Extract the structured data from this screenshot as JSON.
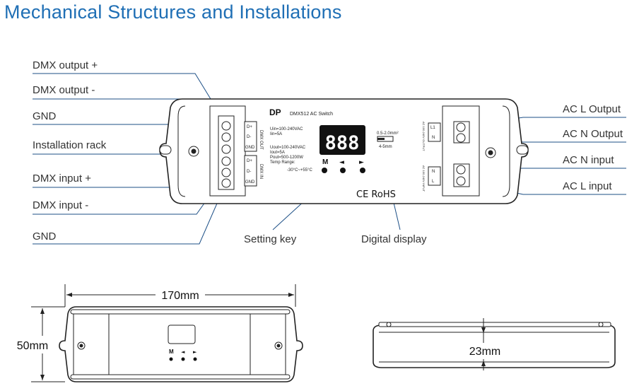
{
  "title": "Mechanical Structures and Installations",
  "labels_left": [
    "DMX output +",
    "DMX output -",
    "GND",
    "Installation rack",
    "DMX input +",
    "DMX input -",
    "GND"
  ],
  "labels_right": [
    "AC L Output",
    "AC N Output",
    "AC N input",
    "AC L input"
  ],
  "labels_bottom": {
    "setting_key": "Setting key",
    "digital_display": "Digital display"
  },
  "device": {
    "brand": "DP",
    "model": "DMX512 AC Switch",
    "display_digits": "888",
    "keys": [
      "M",
      "◄",
      "►"
    ],
    "cert": "CE RoHS",
    "wire_spec_top": "0.5-2.0mm²",
    "wire_spec_bottom": "4-5mm",
    "spec_in": [
      "Uin=100-240VAC",
      "Iin=5A"
    ],
    "spec_out": [
      "Uout=100-240VAC",
      "Iout=5A",
      "Pout=500-1200W",
      "Temp Range:",
      "-30°C~+55°C"
    ],
    "dmx_terminals_out": [
      "D+",
      "D-",
      "GND"
    ],
    "dmx_terminals_in": [
      "D+",
      "D-",
      "GND"
    ],
    "dmx_out_tag": "DMX OUT",
    "dmx_in_tag": "DMX IN",
    "ac_out_terminals": [
      "L1",
      "N"
    ],
    "ac_in_terminals": [
      "N",
      "L"
    ],
    "ac_out_tag": "AC 100-240V OUTPUT",
    "ac_in_tag": "AC 100-240V INPUT"
  },
  "dimensions": {
    "length": "170mm",
    "width": "50mm",
    "height": "23mm"
  },
  "front_keys": [
    "M",
    "◄",
    "►"
  ]
}
